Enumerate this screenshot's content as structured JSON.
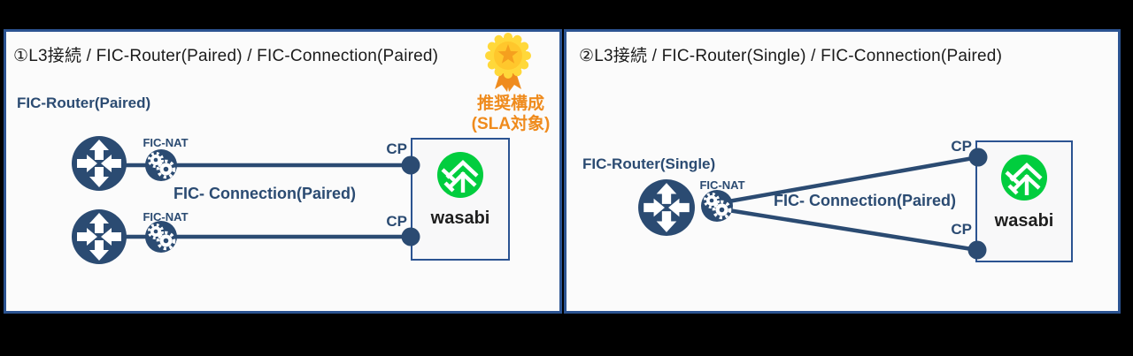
{
  "colors": {
    "navy": "#2B4B72",
    "border_blue": "#2B5391",
    "orange": "#EF8B1D",
    "gold": "#FFD83A",
    "gold_dark": "#FFC72C",
    "star_orange": "#F5A01E",
    "green": "#01CD3E",
    "ink": "#1B1B1B"
  },
  "icons": {
    "router": "router-icon (navy circle with four white arrows)",
    "nat": "gears-icon (navy circle with two white gears)",
    "medal": "medal-ribbon-icon (gold medal with orange star and ribbons)",
    "cloud_logo": "wasabi-logo (green circle with white chevrons)"
  },
  "panels": [
    {
      "title": "①L3接続 / FIC-Router(Paired) / FIC-Connection(Paired)",
      "badge": {
        "line1": "推奨構成",
        "line2": "(SLA対象)"
      },
      "router_label": "FIC-Router(Paired)",
      "connection_label": "FIC- Connection(Paired)",
      "nat_labels": [
        "FIC-NAT",
        "FIC-NAT"
      ],
      "cp_labels": [
        "CP",
        "CP"
      ],
      "cloud": {
        "name": "wasabi"
      }
    },
    {
      "title": "②L3接続 / FIC-Router(Single) / FIC-Connection(Paired)",
      "router_label": "FIC-Router(Single)",
      "connection_label": "FIC- Connection(Paired)",
      "nat_labels": [
        "FIC-NAT"
      ],
      "cp_labels": [
        "CP",
        "CP"
      ],
      "cloud": {
        "name": "wasabi"
      }
    }
  ]
}
